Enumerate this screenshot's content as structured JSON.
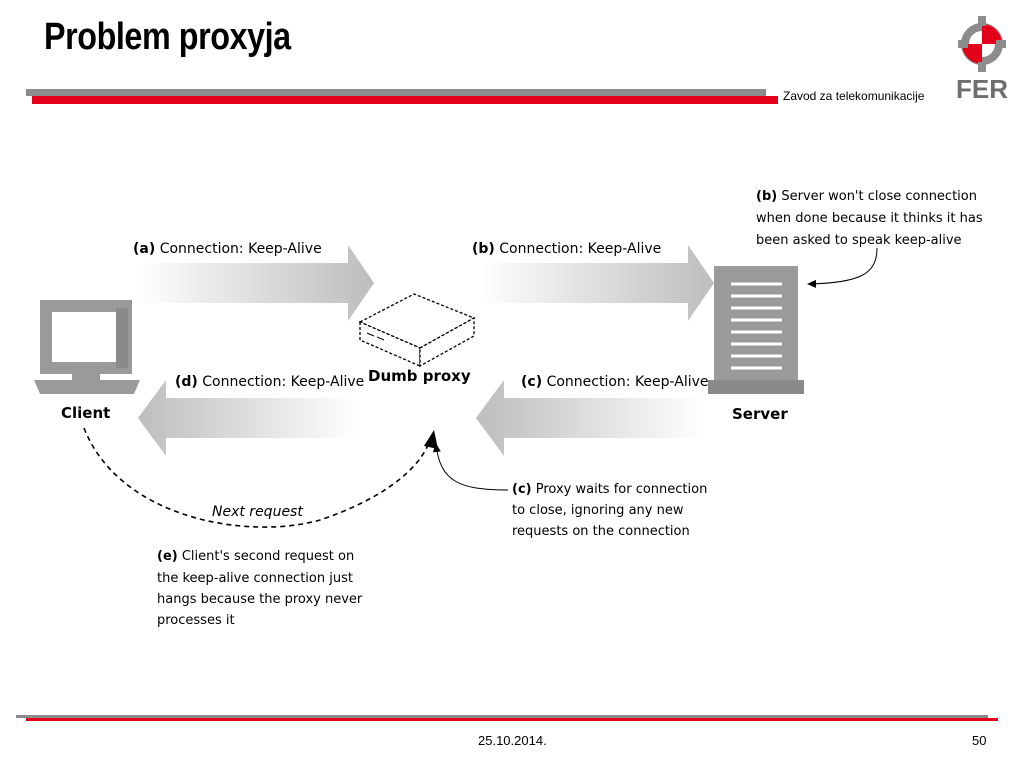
{
  "slide": {
    "title": "Problem proxyja",
    "subtitle": "Zavod za telekomunikacije",
    "logo_text": "FER",
    "footer": {
      "date": "25.10.2014.",
      "page": "50"
    }
  },
  "diagram": {
    "nodes": {
      "client": "Client",
      "proxy": "Dumb proxy",
      "server": "Server"
    },
    "arrows": {
      "a": {
        "tag": "(a)",
        "text": "Connection: Keep-Alive"
      },
      "b": {
        "tag": "(b)",
        "text": "Connection: Keep-Alive"
      },
      "c": {
        "tag": "(c)",
        "text": "Connection: Keep-Alive"
      },
      "d": {
        "tag": "(d)",
        "text": "Connection: Keep-Alive"
      }
    },
    "next_request": "Next request",
    "notes": {
      "b": {
        "tag": "(b)",
        "lines": [
          "Server won't close connection",
          "when done because it thinks it has",
          "been asked to speak keep-alive"
        ]
      },
      "c": {
        "tag": "(c)",
        "lines": [
          "Proxy waits for connection",
          "to close, ignoring any new",
          "requests on the connection"
        ]
      },
      "e": {
        "tag": "(e)",
        "lines": [
          "Client's second request on",
          "the keep-alive connection just",
          "hangs because the proxy never",
          "processes it"
        ]
      }
    }
  },
  "colors": {
    "accent_red": "#e3001b",
    "bar_gray": "#8c8c8c",
    "icon_gray": "#9a9a9a"
  }
}
